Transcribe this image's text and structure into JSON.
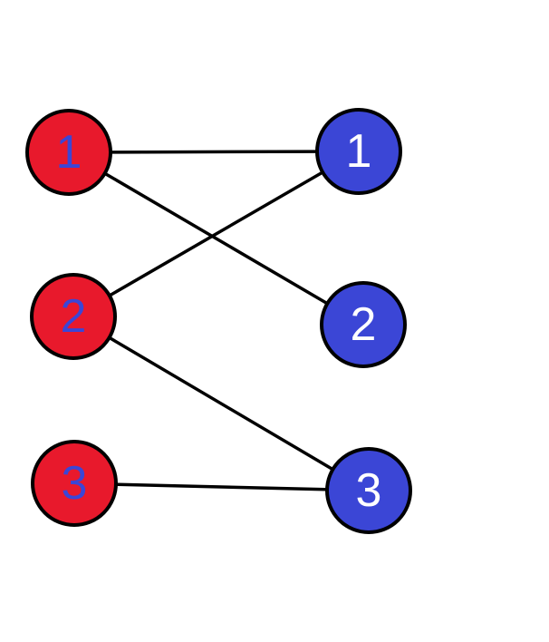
{
  "colors": {
    "left_fill": "#E8192C",
    "left_text": "#3B46D6",
    "right_fill": "#3B46D6",
    "right_text": "#FFFFFF",
    "edge": "#000000"
  },
  "left_nodes": [
    {
      "id": "L1",
      "label": "1"
    },
    {
      "id": "L2",
      "label": "2"
    },
    {
      "id": "L3",
      "label": "3"
    }
  ],
  "right_nodes": [
    {
      "id": "R1",
      "label": "1"
    },
    {
      "id": "R2",
      "label": "2"
    },
    {
      "id": "R3",
      "label": "3"
    }
  ],
  "edges": [
    {
      "from": "L1",
      "to": "R1"
    },
    {
      "from": "L1",
      "to": "R2"
    },
    {
      "from": "L2",
      "to": "R1"
    },
    {
      "from": "L2",
      "to": "R3"
    },
    {
      "from": "L3",
      "to": "R3"
    }
  ]
}
